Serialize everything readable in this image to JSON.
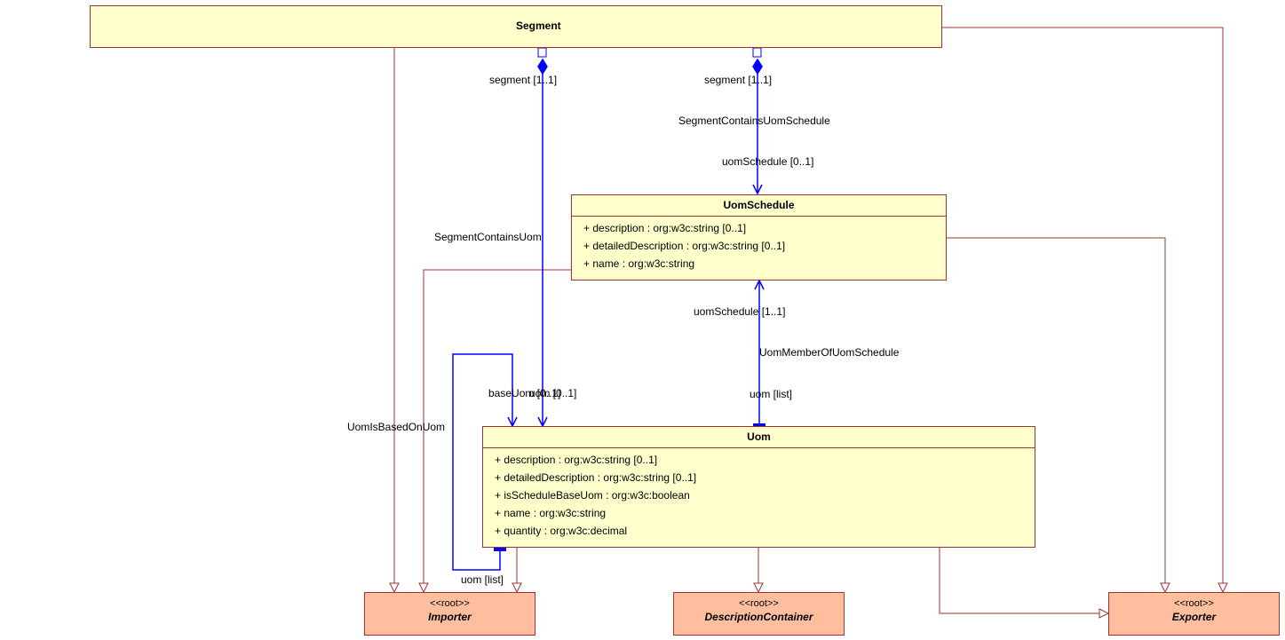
{
  "classes": {
    "segment": {
      "name": "Segment"
    },
    "uom_schedule": {
      "name": "UomSchedule",
      "attributes": [
        "+ description : org:w3c:string [0..1]",
        "+ detailedDescription : org:w3c:string [0..1]",
        "+ name : org:w3c:string"
      ]
    },
    "uom": {
      "name": "Uom",
      "attributes": [
        "+ description : org:w3c:string [0..1]",
        "+ detailedDescription : org:w3c:string [0..1]",
        "+ isScheduleBaseUom : org:w3c:boolean",
        "+ name : org:w3c:string",
        "+ quantity : org:w3c:decimal"
      ]
    }
  },
  "roots": {
    "importer": {
      "stereotype": "<<root>>",
      "name": "Importer"
    },
    "description_container": {
      "stereotype": "<<root>>",
      "name": "DescriptionContainer"
    },
    "exporter": {
      "stereotype": "<<root>>",
      "name": "Exporter"
    }
  },
  "labels": {
    "segment_role_1": "segment [1..1]",
    "segment_role_2": "segment [1..1]",
    "segment_contains_uom_schedule": "SegmentContainsUomSchedule",
    "uom_schedule_role": "uomSchedule [0..1]",
    "segment_contains_uom": "SegmentContainsUom",
    "uom_schedule_role_2": "uomSchedule [1..1]",
    "uom_member_of_uom_schedule": "UomMemberOfUomSchedule",
    "uom_list_role": "uom [list]",
    "base_uom_role": "baseUom [0..1]",
    "uom_role_overlap": "uom [0..1]",
    "uom_is_based_on_uom": "UomIsBasedOnUom",
    "uom_list_role_2": "uom [list]"
  },
  "colors": {
    "class_fill": "#ffffcc",
    "root_fill": "#ffbe9e",
    "border": "#a03232",
    "association": "#0000ff",
    "generalization": "#a03232"
  }
}
